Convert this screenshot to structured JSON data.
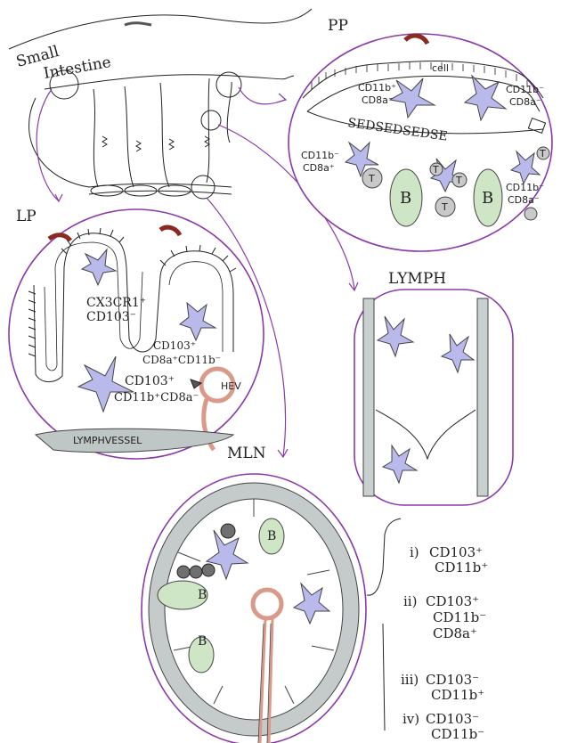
{
  "labels": {
    "small_intestine_1": "Small",
    "small_intestine_2": "Intestine",
    "pp": "PP",
    "lp": "LP",
    "lymph": "LYMPH",
    "mln": "MLN",
    "cell": "cell",
    "hev": "HEV",
    "lymphvessel": "LYMPHVESSEL"
  },
  "pp_cells": {
    "cd11b_pos_cd8a_neg": [
      "CD11b⁺",
      "CD8a⁻"
    ],
    "cd11b_neg_cd8a_neg": [
      "CD11b⁻",
      "CD8a⁻"
    ],
    "cd11b_neg_cd8a_pos": [
      "CD11b⁻",
      "CD8a⁺"
    ],
    "cd11b_neg_cd8a_neg_2": [
      "CD11b⁻",
      "CD8a⁻"
    ]
  },
  "lp_cells": {
    "cx3cr1": [
      "CX3CR1⁺",
      "CD103⁻"
    ],
    "cd103_cd8a": [
      "CD103⁺",
      "CD8a⁺CD11b⁻"
    ],
    "cd103_cd11b": [
      "CD103⁺",
      "CD11b⁺CD8a⁻"
    ]
  },
  "cell_letters": {
    "t": "T",
    "b": "B"
  },
  "legend": [
    {
      "num": "i)",
      "lines": [
        "CD103⁺",
        "CD11b⁺"
      ]
    },
    {
      "num": "ii)",
      "lines": [
        "CD103⁺",
        "CD11b⁻",
        "CD8a⁺"
      ]
    },
    {
      "num": "iii)",
      "lines": [
        "CD103⁻",
        "CD11b⁺"
      ]
    },
    {
      "num": "iv)",
      "lines": [
        "CD103⁻",
        "CD11b⁻"
      ]
    }
  ],
  "colors": {
    "circle_outline": "#8a3aa8",
    "dendritic_cell": "#b9b9ec",
    "b_cell": "#cfe6c6",
    "t_cell": "#c9c9c9",
    "lymph_wall": "#c8d0d0",
    "mln_capsule": "#c5cbcb",
    "hev": "#d99a8a",
    "worm": "#8b2a20"
  }
}
